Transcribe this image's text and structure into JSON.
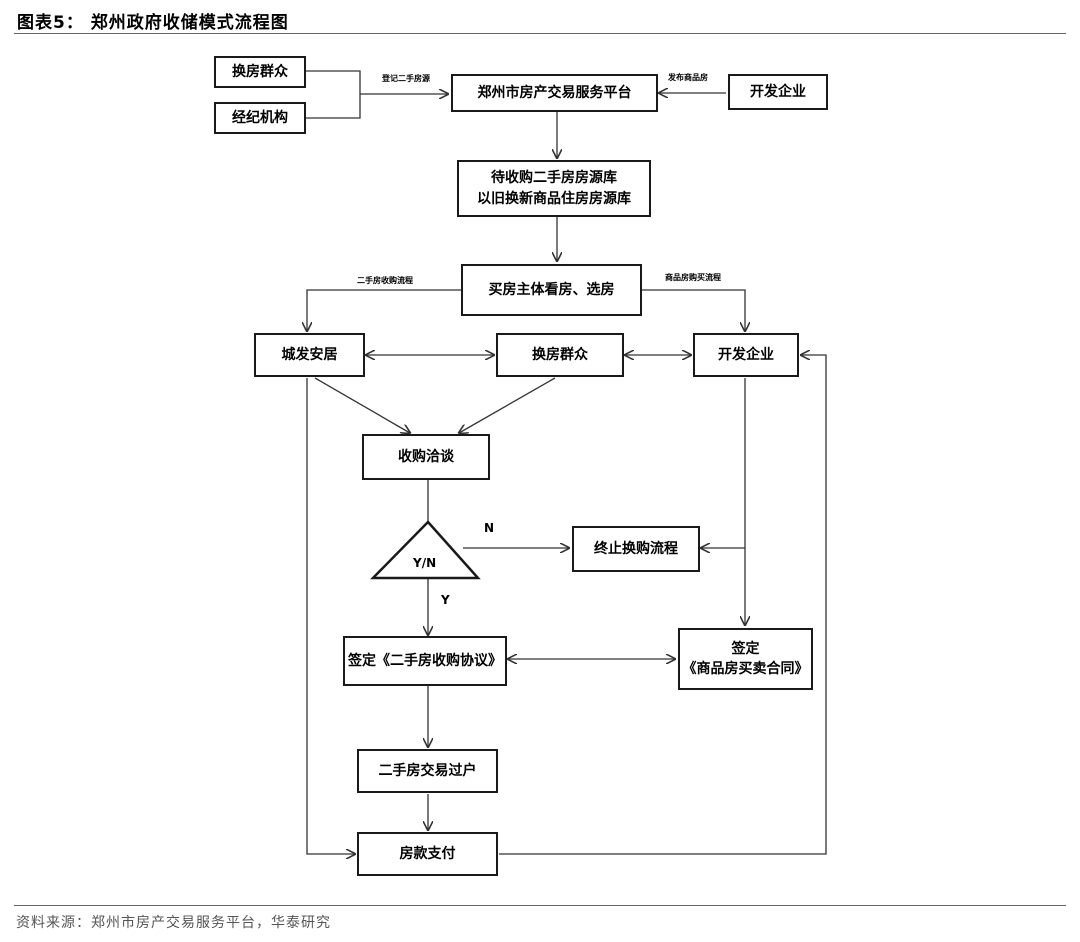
{
  "header": {
    "title": "图表5：  郑州政府收储模式流程图"
  },
  "footer": {
    "source": "资料来源：郑州市房产交易服务平台，华泰研究"
  },
  "nodes": {
    "huanfang_top": "换房群众",
    "jingji": "经纪机构",
    "platform": "郑州市房产交易服务平台",
    "kaifa_top": "开发企业",
    "kuyuan_line1": "待收购二手房房源库",
    "kuyuan_line2": "以旧换新商品住房房源库",
    "buyer": "买房主体看房、选房",
    "chengfa": "城发安居",
    "huanfang_mid": "换房群众",
    "kaifa_mid": "开发企业",
    "negotiate": "收购洽谈",
    "decision": "Y/N",
    "terminate": "终止换购流程",
    "sign_secondhand": "签定《二手房收购协议》",
    "sign_new_line1": "签定",
    "sign_new_line2": "《商品房买卖合同》",
    "transfer": "二手房交易过户",
    "payment": "房款支付"
  },
  "edge_labels": {
    "register": "登记二手房源",
    "publish": "发布商品房",
    "secondhand_flow": "二手房收购流程",
    "newhouse_flow": "商品房购买流程",
    "no": "N",
    "yes": "Y"
  }
}
